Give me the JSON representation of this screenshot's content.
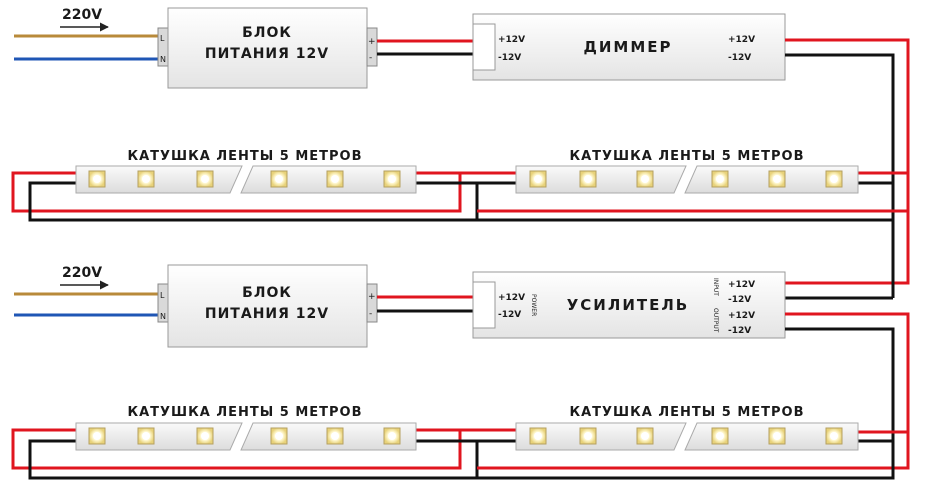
{
  "mains_voltage": "220V",
  "mains_terminals": {
    "live": "L",
    "neutral": "N"
  },
  "power_supply": {
    "line1": "БЛОК",
    "line2": "ПИТАНИЯ 12V",
    "plus": "+",
    "minus": "-"
  },
  "dimmer": {
    "title": "ДИММЕР",
    "in_plus": "+12V",
    "in_minus": "-12V",
    "out_plus": "+12V",
    "out_minus": "-12V"
  },
  "amplifier": {
    "title": "УСИЛИТЕЛЬ",
    "power_label": "POWER",
    "input_label": "INPUT",
    "output_label": "OUTPUT",
    "power_plus": "+12V",
    "power_minus": "-12V",
    "in_plus": "+12V",
    "in_minus": "-12V",
    "out_plus": "+12V",
    "out_minus": "-12V"
  },
  "strip_label": "КАТУШКА ЛЕНТЫ 5 МЕТРОВ",
  "colors": {
    "positive_wire": "#e0151f",
    "negative_wire": "#111111",
    "live_wire": "#b88a3a",
    "neutral_wire": "#1f56b5"
  },
  "icons": [
    "arrow-right-icon",
    "led-chip-icon"
  ]
}
